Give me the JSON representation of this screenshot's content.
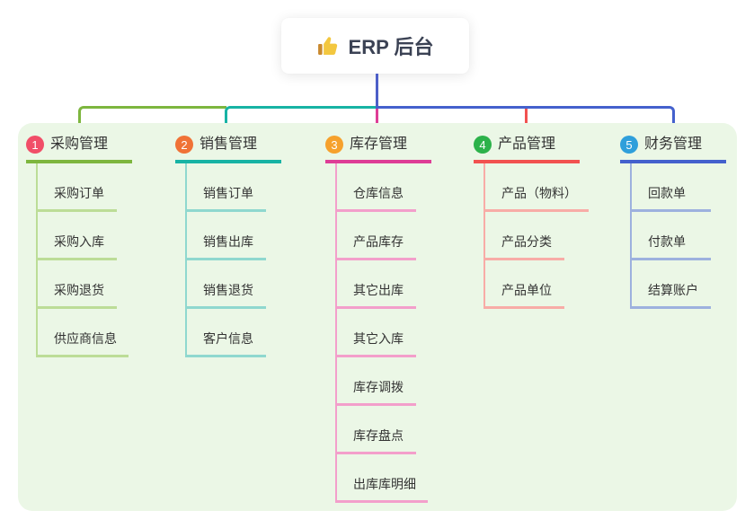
{
  "root": {
    "label": "ERP 后台",
    "icon": "thumbs-up",
    "icon_color": "#f3c73f",
    "drop_line_color": "#4d5fc8"
  },
  "panel": {
    "background": "#ebf7e6"
  },
  "branches": [
    {
      "index": "1",
      "title": "采购管理",
      "badge_color": "#f14e68",
      "line_color": "#7db63e",
      "child_line_color": "#bcdd97",
      "children": [
        "采购订单",
        "采购入库",
        "采购退货",
        "供应商信息"
      ]
    },
    {
      "index": "2",
      "title": "销售管理",
      "badge_color": "#f07236",
      "line_color": "#17b3a4",
      "child_line_color": "#8fd8cf",
      "children": [
        "销售订单",
        "销售出库",
        "销售退货",
        "客户信息"
      ]
    },
    {
      "index": "3",
      "title": "库存管理",
      "badge_color": "#f6a12c",
      "line_color": "#de3d96",
      "child_line_color": "#f39fcb",
      "children": [
        "仓库信息",
        "产品库存",
        "其它出库",
        "其它入库",
        "库存调拨",
        "库存盘点",
        "出库库明细"
      ]
    },
    {
      "index": "4",
      "title": "产品管理",
      "badge_color": "#2cb24a",
      "line_color": "#f25250",
      "child_line_color": "#f8aca7",
      "children": [
        "产品（物料）",
        "产品分类",
        "产品单位"
      ]
    },
    {
      "index": "5",
      "title": "财务管理",
      "badge_color": "#2f9fdb",
      "line_color": "#4461cd",
      "child_line_color": "#9db1de",
      "children": [
        "回款单",
        "付款单",
        "结算账户"
      ]
    }
  ]
}
